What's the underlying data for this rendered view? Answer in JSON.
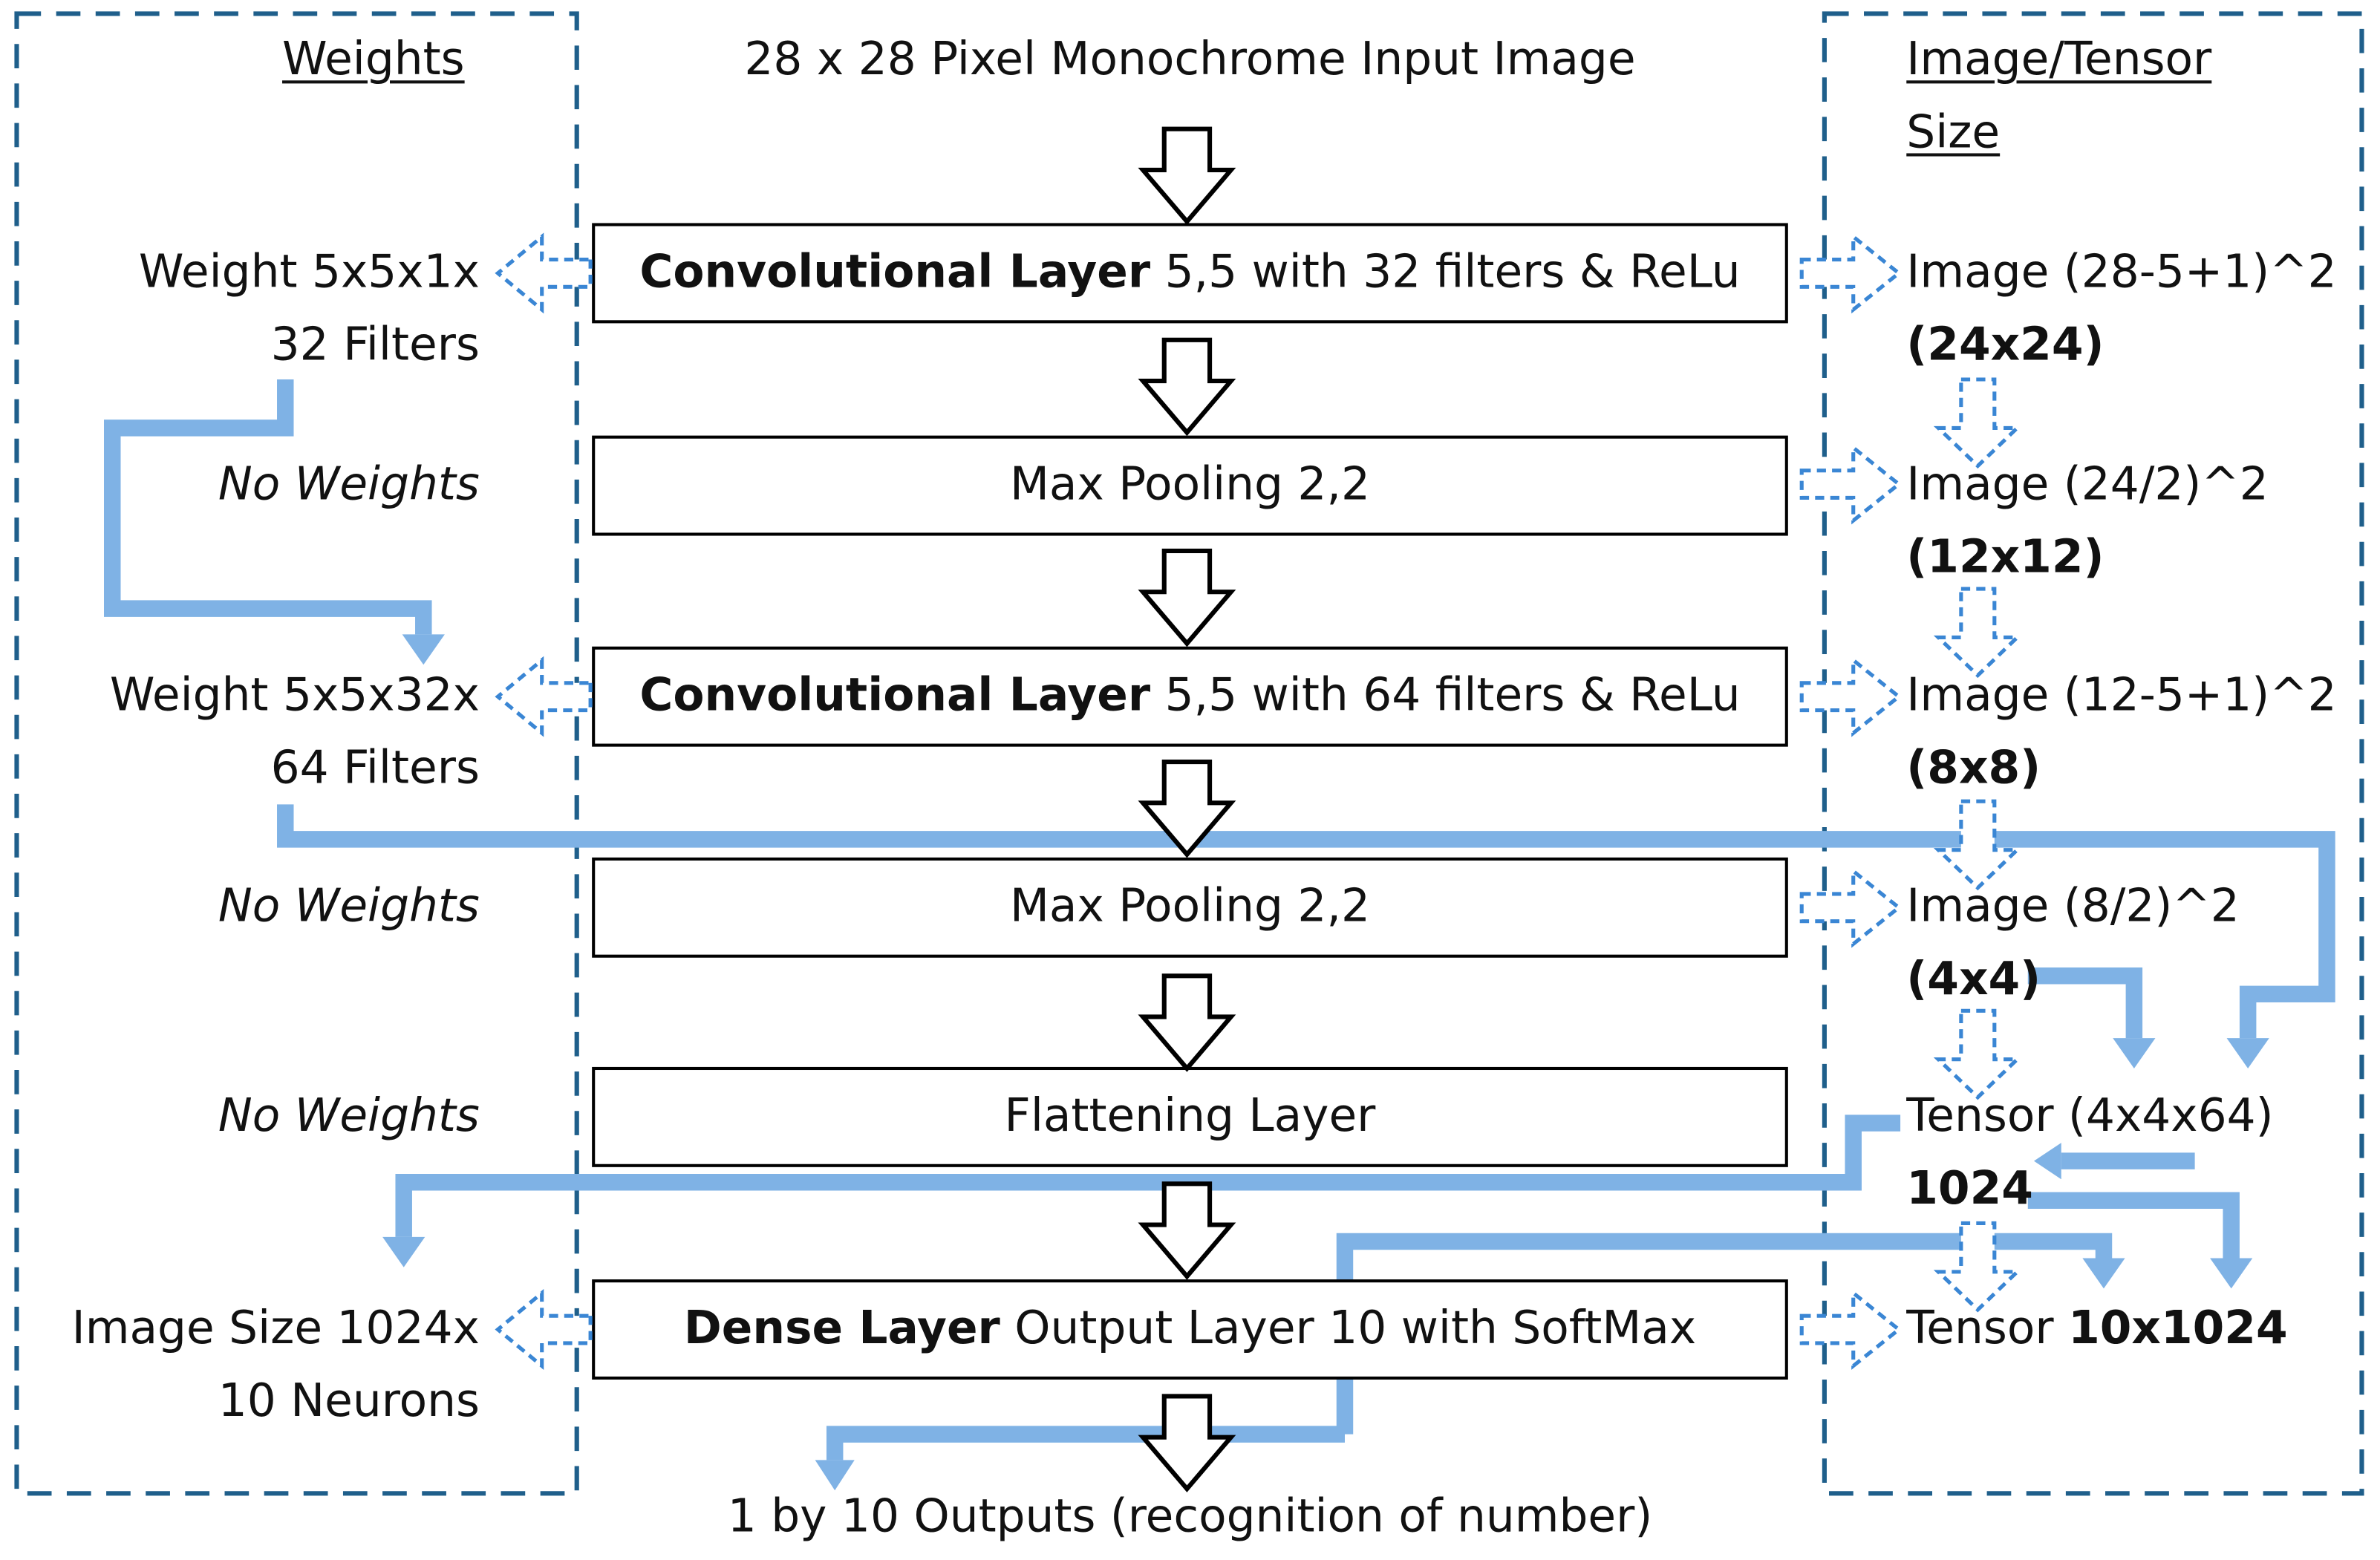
{
  "headers": {
    "weights": "Weights",
    "size_line1": "Image/Tensor",
    "size_line2": "Size"
  },
  "input_label": "28 x 28 Pixel Monochrome Input Image",
  "layers": [
    {
      "bold": "Convolutional Layer",
      "rest": " 5,5 with 32 filters & ReLu"
    },
    {
      "bold": "",
      "rest": "Max Pooling 2,2"
    },
    {
      "bold": "Convolutional Layer",
      "rest": " 5,5 with 64 filters & ReLu"
    },
    {
      "bold": "",
      "rest": "Max Pooling 2,2"
    },
    {
      "bold": "",
      "rest": "Flattening Layer"
    },
    {
      "bold": "Dense Layer",
      "rest": " Output Layer 10 with SoftMax"
    }
  ],
  "weights": [
    {
      "line1": "Weight 5x5x1x",
      "line2": "32 Filters"
    },
    {
      "line1": "No Weights"
    },
    {
      "line1": "Weight 5x5x32x",
      "line2": "64 Filters"
    },
    {
      "line1": "No Weights"
    },
    {
      "line1": "No Weights"
    },
    {
      "line1": "Image Size 1024x",
      "line2": "10 Neurons"
    }
  ],
  "sizes": [
    {
      "line1": "Image (28-5+1)^2",
      "line2": "(24x24)"
    },
    {
      "line1": "Image (24/2)^2",
      "line2": "(12x12)"
    },
    {
      "line1": "Image (12-5+1)^2",
      "line2": "(8x8)"
    },
    {
      "line1": "Image (8/2)^2",
      "line2": "(4x4)"
    },
    {
      "line1": "Tensor (4x4x64)",
      "line2": "1024"
    },
    {
      "line1_prefix": "Tensor ",
      "line1_bold": "10x1024"
    }
  ],
  "output_label": "1  by 10 Outputs (recognition of number)",
  "colors": {
    "dashed_border": "#1f5f8b",
    "connector_blue": "#7fb2e5",
    "dotted_arrow": "#3a86d4",
    "box_border": "#000000"
  }
}
